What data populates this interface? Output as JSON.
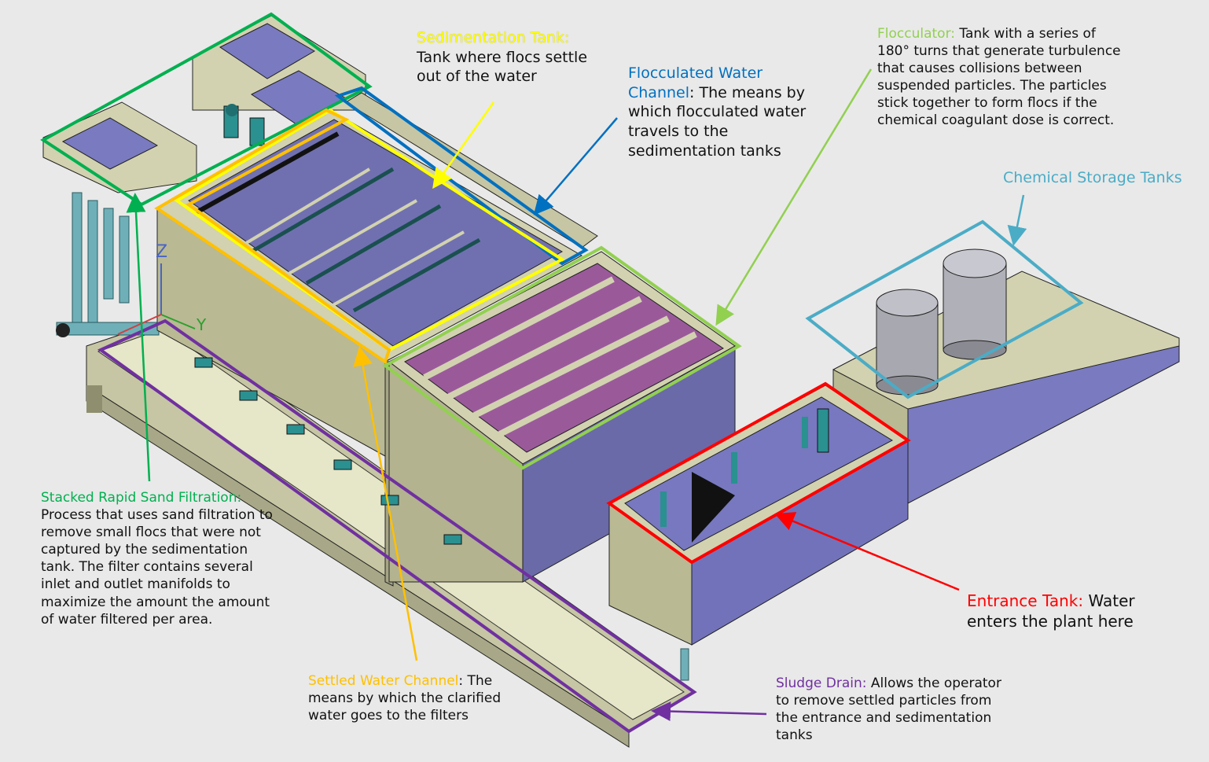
{
  "colors": {
    "background": "#e9e9e9",
    "sedimentation": "#ffff00",
    "flocculated_channel": "#0070c0",
    "flocculator": "#92d050",
    "chemical": "#4bacc6",
    "filtration": "#00b050",
    "settled_channel": "#ffc000",
    "entrance": "#ff0000",
    "sludge": "#7030a0",
    "tank_wall": "#c6c6a4",
    "tank_water": "#6f6fb8",
    "baffle": "#9a5a9a"
  },
  "labels": {
    "sedimentation": {
      "title": "Sedimentation Tank:",
      "lines": [
        "Tank where flocs settle",
        "out of the water"
      ]
    },
    "flocculated_channel": {
      "title_line1": "Flocculated Water",
      "title_line2": "Channel",
      "line2_rest": ": The means by",
      "lines": [
        "which flocculated water",
        "travels to the",
        "sedimentation tanks"
      ]
    },
    "flocculator": {
      "title": "Flocculator:",
      "line1_rest": "  Tank with a series of",
      "lines": [
        "180° turns  that generate turbulence",
        "that causes collisions between",
        "suspended particles.  The particles",
        "stick together to form flocs if the",
        "chemical coagulant dose is correct."
      ]
    },
    "chemical": {
      "title": "Chemical Storage Tanks"
    },
    "filtration": {
      "title": "Stacked Rapid Sand Filtration:",
      "lines": [
        "Process that uses sand filtration to",
        "remove small flocs that were not",
        "captured by the sedimentation",
        "tank.  The filter contains several",
        "inlet and outlet manifolds to",
        "maximize the amount the amount",
        "of water filtered per area."
      ]
    },
    "settled_channel": {
      "title": "Settled Water Channel",
      "line1_rest": ": The",
      "lines": [
        "means by which the clarified",
        "water goes to the filters"
      ]
    },
    "entrance": {
      "title": "Entrance Tank:",
      "line1_rest": " Water",
      "lines": [
        "enters the plant here"
      ]
    },
    "sludge": {
      "title": "Sludge Drain:",
      "line1_rest": " Allows the operator",
      "lines": [
        "to remove settled particles from",
        "the entrance and sedimentation",
        "tanks"
      ]
    }
  },
  "axes": {
    "z": "Z",
    "y": "Y"
  }
}
